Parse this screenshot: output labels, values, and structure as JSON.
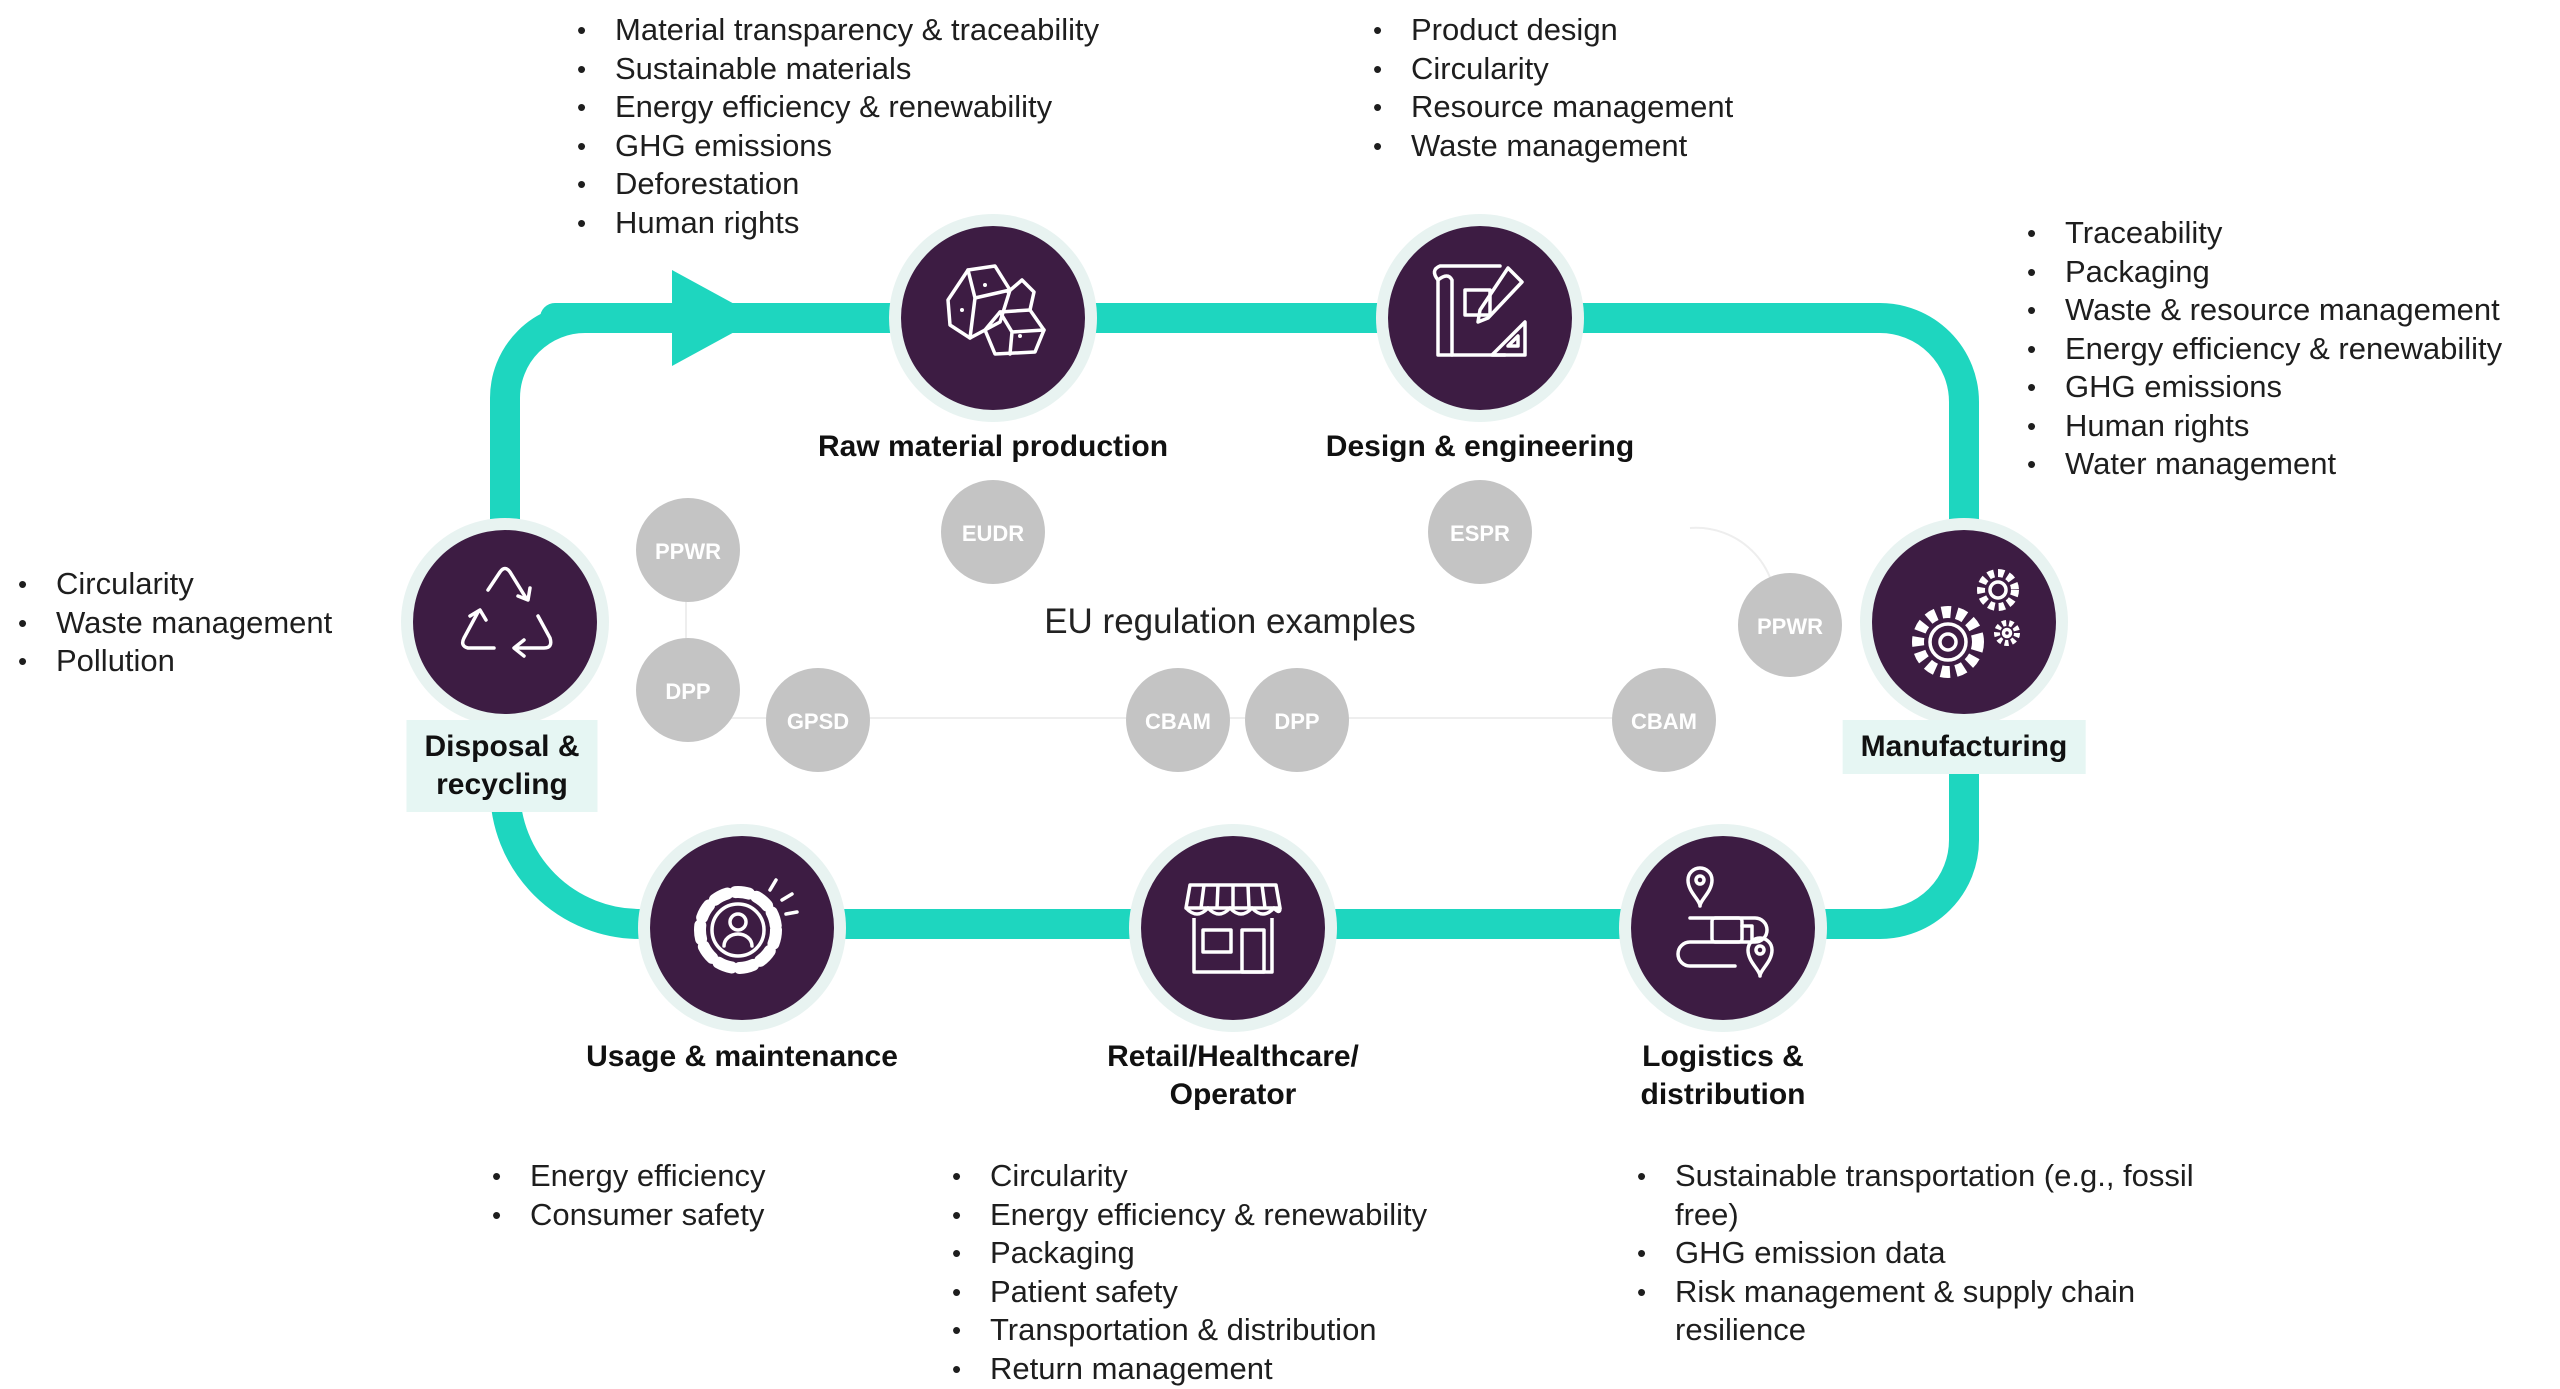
{
  "colors": {
    "teal": "#1ed6bf",
    "node_fill": "#3d1c43",
    "node_ring": "#e8f3f1",
    "regulation_badge": "#c4c4c4",
    "label_box": "#e6f6f3"
  },
  "center_title": "EU regulation examples",
  "stages": [
    {
      "id": "raw-material-production",
      "label": [
        "Raw material production"
      ],
      "icon": "rocks-icon"
    },
    {
      "id": "design-engineering",
      "label": [
        "Design & engineering"
      ],
      "icon": "blueprint-icon"
    },
    {
      "id": "manufacturing",
      "label": [
        "Manufacturing"
      ],
      "icon": "gears-icon"
    },
    {
      "id": "logistics-distribution",
      "label": [
        "Logistics &",
        "distribution"
      ],
      "icon": "route-icon"
    },
    {
      "id": "retail-healthcare-operator",
      "label": [
        "Retail/Healthcare/",
        "Operator"
      ],
      "icon": "store-icon"
    },
    {
      "id": "usage-maintenance",
      "label": [
        "Usage & maintenance"
      ],
      "icon": "gear-person-icon"
    },
    {
      "id": "disposal-recycling",
      "label": [
        "Disposal &",
        "recycling"
      ],
      "icon": "recycle-icon"
    }
  ],
  "topics": {
    "raw-material-production": [
      "Material transparency & traceability",
      "Sustainable materials",
      "Energy efficiency & renewability",
      "GHG emissions",
      "Deforestation",
      "Human rights"
    ],
    "design-engineering": [
      "Product design",
      "Circularity",
      "Resource management",
      "Waste management"
    ],
    "manufacturing": [
      "Traceability",
      "Packaging",
      "Waste & resource management",
      "Energy efficiency & renewability",
      "GHG emissions",
      "Human rights",
      "Water management"
    ],
    "disposal-recycling": [
      "Circularity",
      "Waste management",
      "Pollution"
    ],
    "usage-maintenance": [
      "Energy efficiency",
      "Consumer safety"
    ],
    "retail-healthcare-operator": [
      "Circularity",
      "Energy efficiency & renewability",
      "Packaging",
      "Patient safety",
      "Transportation & distribution",
      "Return management"
    ],
    "logistics-distribution": [
      "Sustainable transportation (e.g., fossil free)",
      "GHG emission data",
      "Risk management & supply chain resilience"
    ]
  },
  "regulations": [
    "EUDR",
    "ESPR",
    "PPWR",
    "DPP",
    "GPSD",
    "CBAM",
    "DPP",
    "PPWR",
    "CBAM"
  ]
}
